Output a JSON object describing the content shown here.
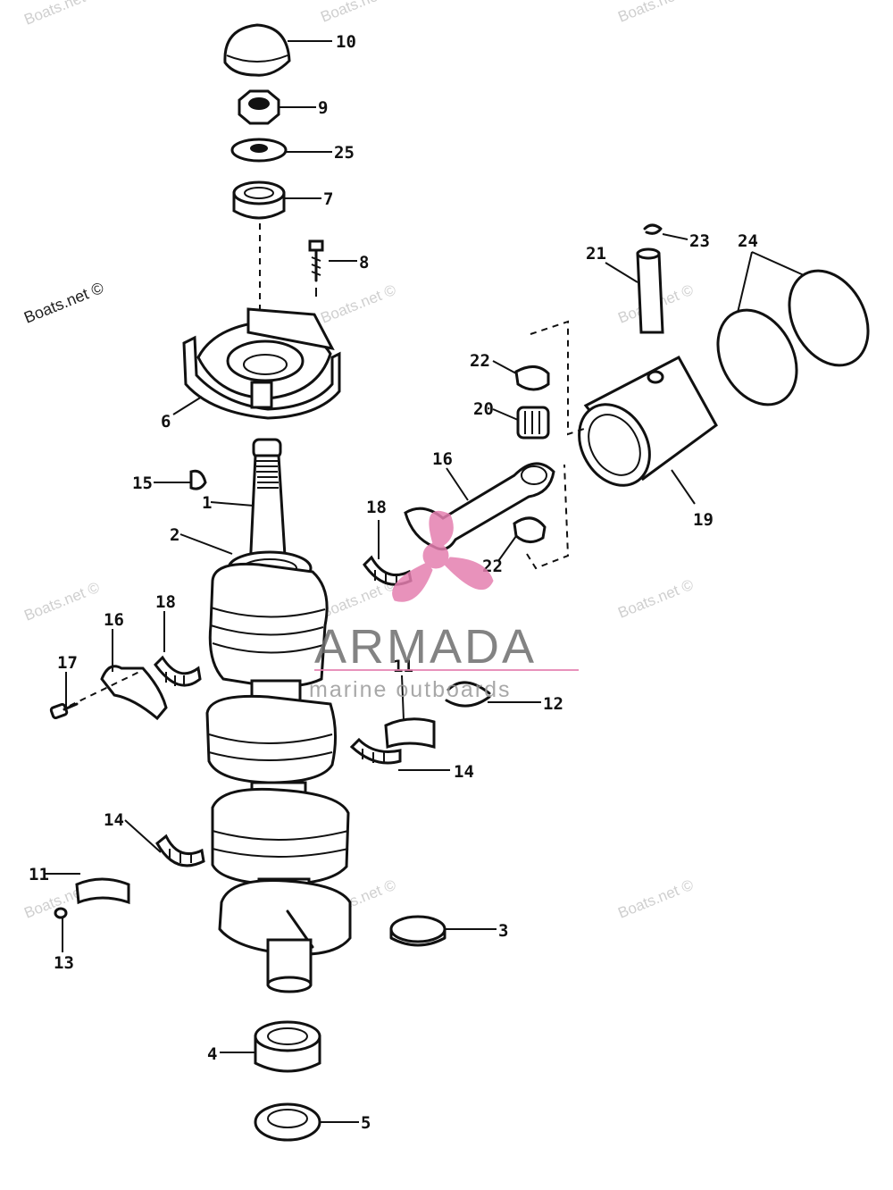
{
  "callouts": [
    {
      "id": "c10",
      "text": "10"
    },
    {
      "id": "c9",
      "text": "9"
    },
    {
      "id": "c25",
      "text": "25"
    },
    {
      "id": "c7",
      "text": "7"
    },
    {
      "id": "c8",
      "text": "8"
    },
    {
      "id": "c23",
      "text": "23"
    },
    {
      "id": "c21",
      "text": "21"
    },
    {
      "id": "c24",
      "text": "24"
    },
    {
      "id": "c22a",
      "text": "22"
    },
    {
      "id": "c20",
      "text": "20"
    },
    {
      "id": "c16a",
      "text": "16"
    },
    {
      "id": "c19",
      "text": "19"
    },
    {
      "id": "c22b",
      "text": "22"
    },
    {
      "id": "c18a",
      "text": "18"
    },
    {
      "id": "c6",
      "text": "6"
    },
    {
      "id": "c15",
      "text": "15"
    },
    {
      "id": "c1",
      "text": "1"
    },
    {
      "id": "c2",
      "text": "2"
    },
    {
      "id": "c16b",
      "text": "16"
    },
    {
      "id": "c18b",
      "text": "18"
    },
    {
      "id": "c17",
      "text": "17"
    },
    {
      "id": "c11a",
      "text": "11"
    },
    {
      "id": "c12",
      "text": "12"
    },
    {
      "id": "c14a",
      "text": "14"
    },
    {
      "id": "c14b",
      "text": "14"
    },
    {
      "id": "c11b",
      "text": "11"
    },
    {
      "id": "c13",
      "text": "13"
    },
    {
      "id": "c3",
      "text": "3"
    },
    {
      "id": "c4",
      "text": "4"
    },
    {
      "id": "c5",
      "text": "5"
    }
  ],
  "watermark": {
    "text": "Boats.net ©"
  },
  "brand": {
    "name": "ARMADA",
    "tagline": "marine outboards",
    "accent_color": "#e57fb0",
    "text_color": "#6e6e6e"
  }
}
